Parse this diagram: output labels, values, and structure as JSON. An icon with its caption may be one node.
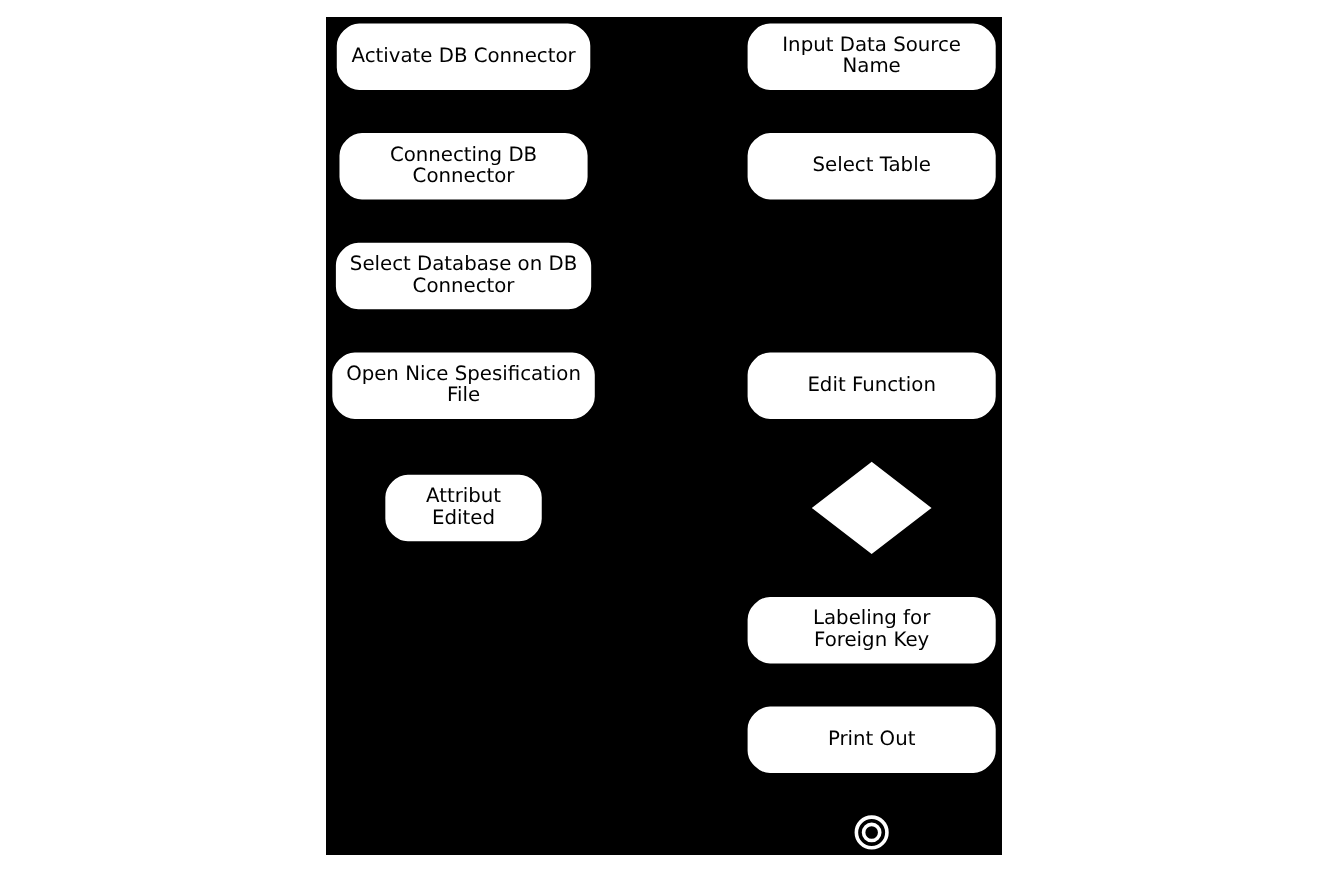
{
  "diagram": {
    "nodes": [
      {
        "text": [
          "Activate DB Connector"
        ]
      },
      {
        "text": [
          "Connecting DB Connector"
        ]
      },
      {
        "text": [
          "Select Database on DB Connector"
        ]
      },
      {
        "text": [
          "Open Nice Spesification File"
        ]
      },
      {
        "text": [
          "Attribut Edited"
        ]
      },
      {
        "text": [
          "Input Data Source Name"
        ]
      },
      {
        "text": [
          "Select Table"
        ]
      },
      {
        "text": [
          "Edit Function"
        ]
      },
      {
        "text": [],
        "shape": "diamond"
      },
      {
        "text": [
          "Labeling for Foreign Key"
        ]
      },
      {
        "text": [
          "Print Out"
        ]
      },
      {
        "text": [],
        "shape": "circle"
      }
    ],
    "edges": []
  }
}
